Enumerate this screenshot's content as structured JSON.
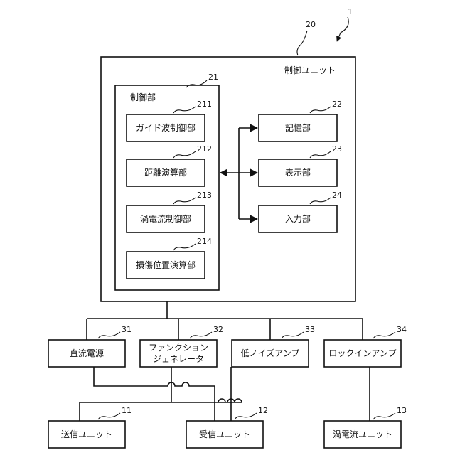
{
  "system_ref": "1",
  "control_unit": {
    "ref": "20",
    "label": "制御ユニット"
  },
  "control_section": {
    "ref": "21",
    "label": "制御部"
  },
  "sub_blocks": [
    {
      "ref": "211",
      "label": "ガイド波制御部"
    },
    {
      "ref": "212",
      "label": "距離演算部"
    },
    {
      "ref": "213",
      "label": "渦電流制御部"
    },
    {
      "ref": "214",
      "label": "損傷位置演算部"
    }
  ],
  "side_blocks": [
    {
      "ref": "22",
      "label": "記憶部"
    },
    {
      "ref": "23",
      "label": "表示部"
    },
    {
      "ref": "24",
      "label": "入力部"
    }
  ],
  "middle_units": [
    {
      "ref": "31",
      "label": "直流電源"
    },
    {
      "ref": "32",
      "label_line1": "ファンクション",
      "label_line2": "ジェネレータ"
    },
    {
      "ref": "33",
      "label": "低ノイズアンプ"
    },
    {
      "ref": "34",
      "label": "ロックインアンプ"
    }
  ],
  "bottom_units": [
    {
      "ref": "11",
      "label": "送信ユニット"
    },
    {
      "ref": "12",
      "label": "受信ユニット"
    },
    {
      "ref": "13",
      "label": "渦電流ユニット"
    }
  ]
}
